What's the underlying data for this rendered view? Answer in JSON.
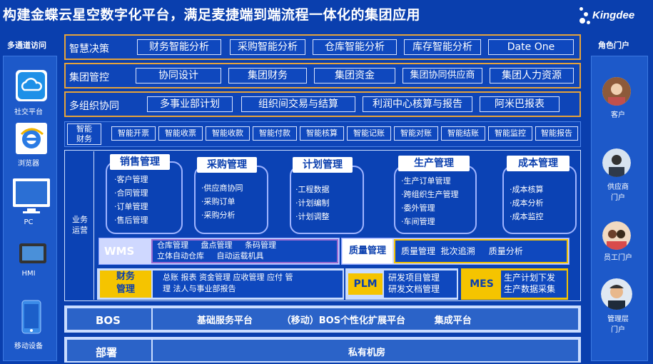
{
  "title": "构建金蝶云星空数字化平台，满足麦捷端到端流程一体化的集团应用",
  "logo": {
    "text": "Kingdee"
  },
  "left_panel": {
    "header": "多通道访问",
    "items": [
      {
        "label": "社交平台",
        "icon": "cloud-icon"
      },
      {
        "label": "浏览器",
        "icon": "browser-icon"
      },
      {
        "label": "PC",
        "icon": "pc-icon"
      },
      {
        "label": "HMI",
        "icon": "hmi-icon"
      },
      {
        "label": "移动设备",
        "icon": "mobile-icon"
      }
    ]
  },
  "right_panel": {
    "header": "角色门户",
    "items": [
      {
        "label": "客户",
        "icon": "customer-avatar"
      },
      {
        "label": "供应商\n门户",
        "icon": "supplier-avatar"
      },
      {
        "label": "员工门户",
        "icon": "employee-avatar"
      },
      {
        "label": "管理层\n门户",
        "icon": "manager-avatar"
      }
    ]
  },
  "rows": [
    {
      "label": "智慧决策",
      "cells": [
        "财务智能分析",
        "采购智能分析",
        "仓库智能分析",
        "库存智能分析",
        "Date One"
      ]
    },
    {
      "label": "集团管控",
      "cells": [
        "协同设计",
        "集团财务",
        "集团资金",
        "集团协同供应商",
        "集团人力资源"
      ]
    },
    {
      "label": "多组织协同",
      "cells": [
        "多事业部计划",
        "组织间交易与结算",
        "利润中心核算与报告",
        "阿米巴报表"
      ]
    }
  ],
  "smart_finance": {
    "label": "智能\n财务",
    "cells": [
      "智能开票",
      "智能收票",
      "智能收款",
      "智能付款",
      "智能核算",
      "智能记账",
      "智能对账",
      "智能结账",
      "智能监控",
      "智能报告"
    ]
  },
  "business": {
    "label": "业务\n运营",
    "modules": [
      {
        "title": "销售管理",
        "items": [
          "·客户管理",
          "·合同管理",
          "·订单管理",
          "·售后管理"
        ]
      },
      {
        "title": "采购管理",
        "items": [
          "·供应商协同",
          "·采购订单",
          "·采购分析"
        ]
      },
      {
        "title": "计划管理",
        "items": [
          "·工程数据",
          "·计划编制",
          "·计划调整"
        ]
      },
      {
        "title": "生产管理",
        "items": [
          "·生产订单管理",
          "·跨组织生产管理",
          "·委外管理",
          "·车间管理"
        ]
      },
      {
        "title": "成本管理",
        "items": [
          "·成本核算",
          "·成本分析",
          "·成本监控"
        ]
      }
    ],
    "wms": {
      "label": "WMS",
      "line1": "仓库管理     盘点管理     条码管理",
      "line2": "立体自动仓库     自动运载机具"
    },
    "quality": {
      "label": "质量管理",
      "text": "质量管理  批次追溯     质量分析"
    },
    "finance": {
      "label": "财务\n管理",
      "line1": "总账 报表 资金管理 应收管理 应付 管",
      "line2": "理 法人与事业部报告"
    },
    "plm": {
      "label": "PLM",
      "line1": "研发项目管理",
      "line2": "研发文档管理"
    },
    "mes": {
      "label": "MES",
      "line1": "生产计划下发",
      "line2": "生产数据采集"
    }
  },
  "bos": {
    "label": "BOS",
    "text": "基础服务平台         （移动）BOS个性化扩展平台         集成平台"
  },
  "deploy": {
    "label": "部署",
    "text": "私有机房"
  },
  "colors": {
    "background": "#0a3fae",
    "accent_border": "#e6a33a",
    "gold": "#f5c400"
  }
}
